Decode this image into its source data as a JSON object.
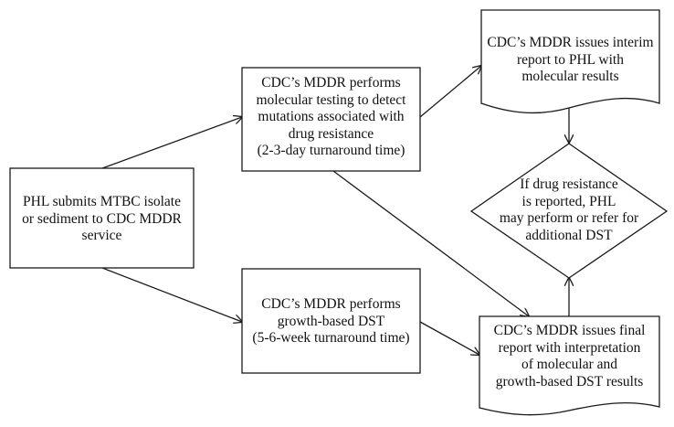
{
  "nodes": {
    "phl_submit": "PHL submits MTBC isolate\nor sediment to CDC MDDR\nservice",
    "molecular": "CDC’s MDDR performs\nmolecular testing to detect\nmutations associated with\ndrug resistance\n(2-3-day turnaround time)",
    "growth": "CDC’s MDDR performs\ngrowth-based DST\n(5-6-week turnaround time)",
    "interim": "CDC’s MDDR issues interim\nreport to PHL with\nmolecular results",
    "decision": "If drug resistance\nis reported, PHL\nmay perform or refer for\nadditional DST",
    "final": "CDC’s MDDR issues final\nreport with interpretation\nof molecular and\ngrowth-based DST results"
  },
  "edges": [
    {
      "from": "phl_submit",
      "to": "molecular"
    },
    {
      "from": "phl_submit",
      "to": "growth"
    },
    {
      "from": "molecular",
      "to": "interim"
    },
    {
      "from": "molecular",
      "to": "final"
    },
    {
      "from": "growth",
      "to": "final"
    },
    {
      "from": "interim",
      "to": "decision"
    },
    {
      "from": "final",
      "to": "decision"
    }
  ],
  "colors": {
    "stroke": "#1a1a1a",
    "fill": "#ffffff",
    "text": "#111111"
  }
}
